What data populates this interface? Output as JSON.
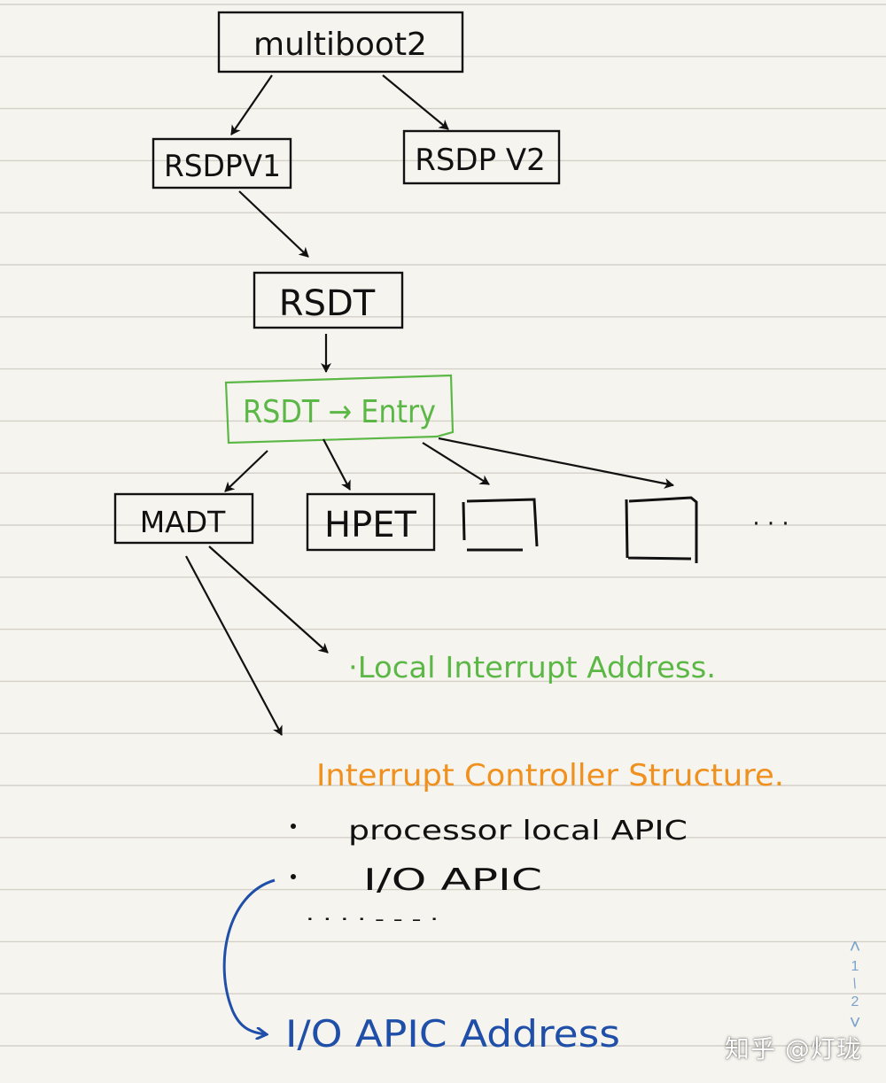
{
  "nodes": {
    "multiboot2": "multiboot2",
    "rsdp_v1": "RSDPV1",
    "rsdp_v2": "RSDP V2",
    "rsdt": "RSDT",
    "rsdt_entry": "RSDT → Entry",
    "madt": "MADT",
    "hpet": "HPET",
    "more": "· · ·"
  },
  "notes": {
    "local_interrupt": "·Local Interrupt Address.",
    "ics_title": "Interrupt Controller Structure.",
    "bullet_1": "processor local APIC",
    "bullet_2": "I/O APIC",
    "ellipsis": "· · · · - - - ·",
    "ioapic_address": "I/O APIC Address"
  },
  "colors": {
    "ink": "#111111",
    "green": "#5cb846",
    "orange": "#f0901e",
    "blue": "#1f4fa8",
    "rule": "#cfccc4"
  },
  "pager": {
    "up_icon": "chevron-up-icon",
    "current": "1",
    "separator": "/",
    "total": "2",
    "down_icon": "chevron-down-icon"
  },
  "watermark": "知乎 @灯珑"
}
